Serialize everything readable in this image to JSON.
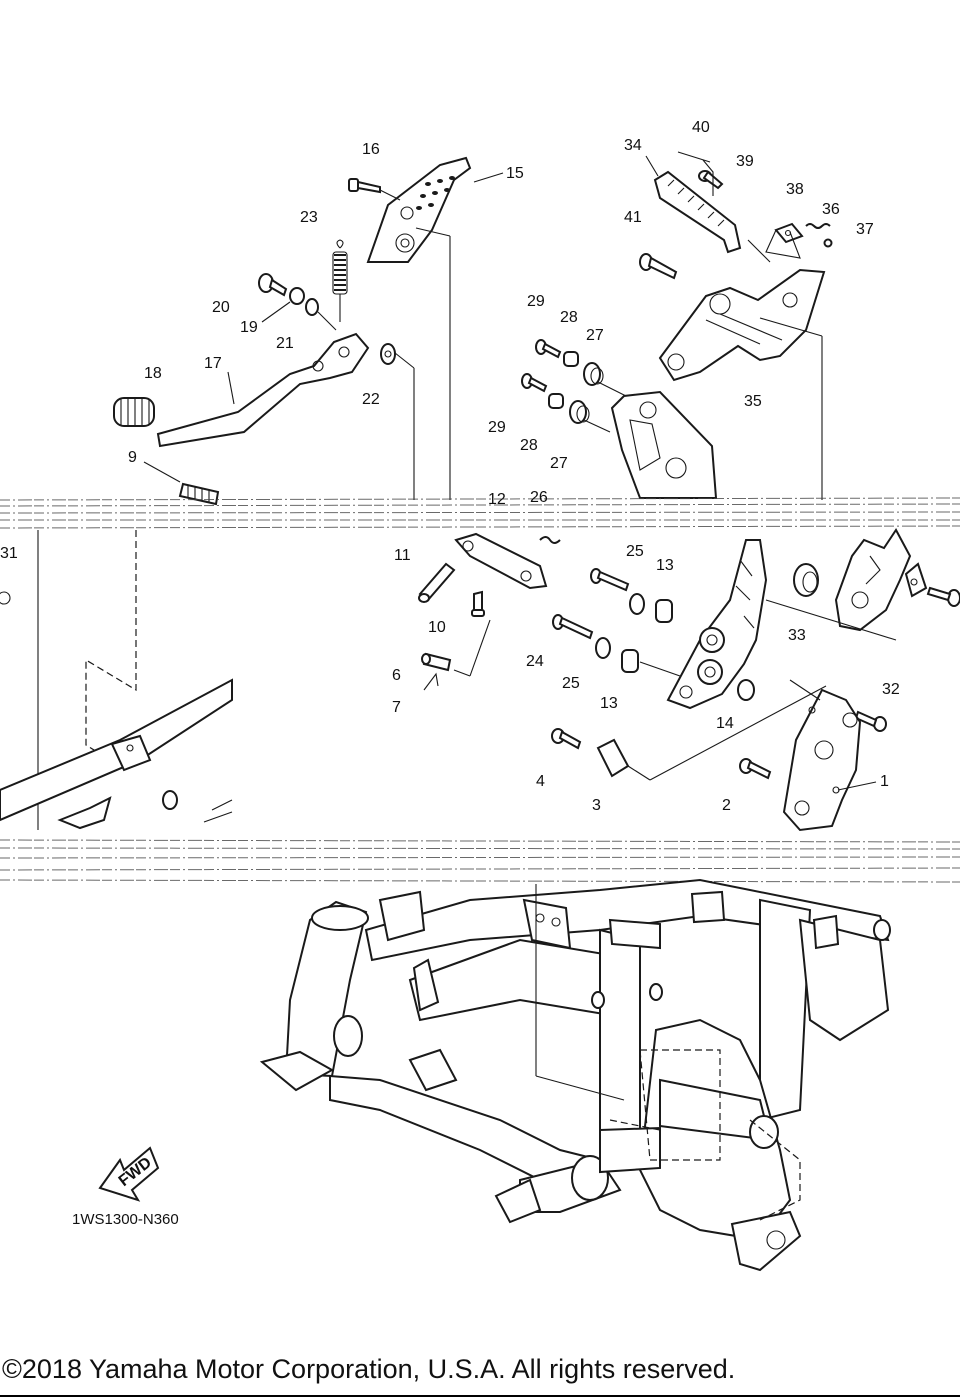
{
  "diagram": {
    "fwd_label": "FWD",
    "code": "1WS1300-N360",
    "callouts": [
      {
        "id": "c16",
        "text": "16"
      },
      {
        "id": "c15",
        "text": "15"
      },
      {
        "id": "c23",
        "text": "23"
      },
      {
        "id": "c20",
        "text": "20"
      },
      {
        "id": "c19",
        "text": "19"
      },
      {
        "id": "c21",
        "text": "21"
      },
      {
        "id": "c22",
        "text": "22"
      },
      {
        "id": "c17",
        "text": "17"
      },
      {
        "id": "c18",
        "text": "18"
      },
      {
        "id": "c9",
        "text": "9"
      },
      {
        "id": "c40",
        "text": "40"
      },
      {
        "id": "c34",
        "text": "34"
      },
      {
        "id": "c39",
        "text": "39"
      },
      {
        "id": "c38",
        "text": "38"
      },
      {
        "id": "c36",
        "text": "36"
      },
      {
        "id": "c37",
        "text": "37"
      },
      {
        "id": "c41",
        "text": "41"
      },
      {
        "id": "c29a",
        "text": "29"
      },
      {
        "id": "c28a",
        "text": "28"
      },
      {
        "id": "c27a",
        "text": "27"
      },
      {
        "id": "c35",
        "text": "35"
      },
      {
        "id": "c29b",
        "text": "29"
      },
      {
        "id": "c28b",
        "text": "28"
      },
      {
        "id": "c27b",
        "text": "27"
      },
      {
        "id": "c12",
        "text": "12"
      },
      {
        "id": "c26",
        "text": "26"
      },
      {
        "id": "c31",
        "text": "31"
      },
      {
        "id": "c11",
        "text": "11"
      },
      {
        "id": "c25a",
        "text": "25"
      },
      {
        "id": "c13a",
        "text": "13"
      },
      {
        "id": "c10",
        "text": "10"
      },
      {
        "id": "c33",
        "text": "33"
      },
      {
        "id": "c6",
        "text": "6"
      },
      {
        "id": "c24",
        "text": "24"
      },
      {
        "id": "c25b",
        "text": "25"
      },
      {
        "id": "c13b",
        "text": "13"
      },
      {
        "id": "c7",
        "text": "7"
      },
      {
        "id": "c14",
        "text": "14"
      },
      {
        "id": "c32",
        "text": "32"
      },
      {
        "id": "c4",
        "text": "4"
      },
      {
        "id": "c3",
        "text": "3"
      },
      {
        "id": "c2",
        "text": "2"
      },
      {
        "id": "c1",
        "text": "1"
      }
    ]
  },
  "footer": {
    "copyright": "©2018 Yamaha Motor Corporation, U.S.A. All rights reserved."
  }
}
